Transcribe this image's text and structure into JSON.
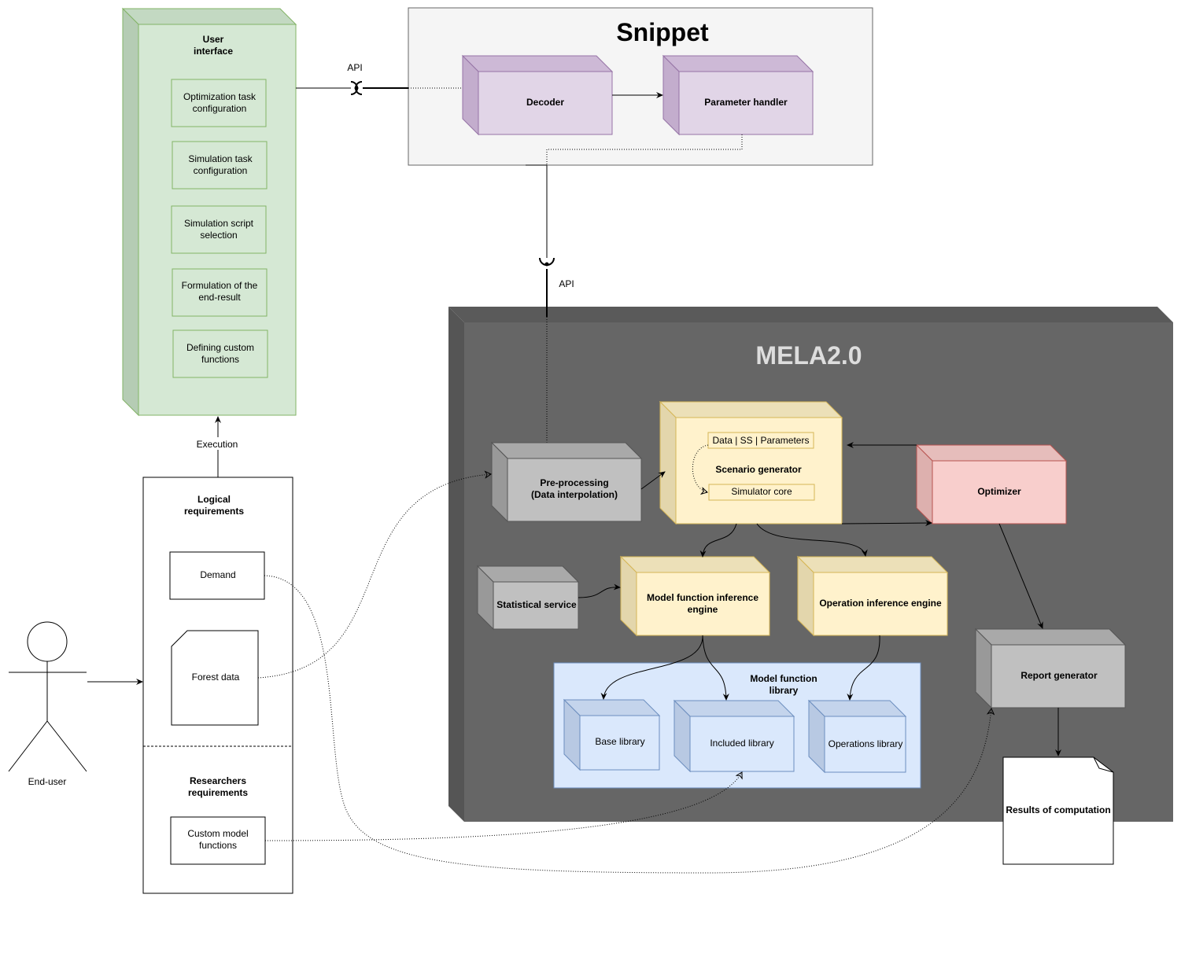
{
  "colors": {
    "ui_fill": "#d5e8d4",
    "ui_stroke": "#82b366",
    "snippet_fill": "#f5f5f5",
    "snippet_stroke": "#666666",
    "purple_fill": "#e1d5e7",
    "purple_stroke": "#9673a6",
    "mela_fill": "#666666",
    "mela_title": "#dddddd",
    "yellow_fill": "#fff2cc",
    "yellow_stroke": "#d6b656",
    "red_fill": "#f8cecc",
    "red_stroke": "#b85450",
    "grey_fill": "#c0c0c0",
    "grey_stroke": "#555555",
    "blue_fill": "#dae8fc",
    "blue_stroke": "#6c8ebf"
  },
  "user_interface": {
    "title_line1": "User",
    "title_line2": "interface",
    "items": [
      {
        "line1": "Optimization task",
        "line2": "configuration"
      },
      {
        "line1": "Simulation task",
        "line2": "configuration"
      },
      {
        "line1": "Simulation script",
        "line2": "selection"
      },
      {
        "line1": "Formulation of the",
        "line2": "end-result"
      },
      {
        "line1": "Defining custom",
        "line2": "functions"
      }
    ]
  },
  "snippet": {
    "title": "Snippet",
    "decoder": "Decoder",
    "parameter_handler": "Parameter handler"
  },
  "api_top": "API",
  "api_mid": "API",
  "execution": "Execution",
  "requirements": {
    "logical_line1": "Logical",
    "logical_line2": "requirements",
    "demand": "Demand",
    "forest_data": "Forest data",
    "researchers_line1": "Researchers",
    "researchers_line2": "requirements",
    "custom_line1": "Custom model",
    "custom_line2": "functions"
  },
  "end_user": "End-user",
  "mela": {
    "title": "MELA2.0",
    "preprocessing_line1": "Pre-processing",
    "preprocessing_line2": "(Data interpolation)",
    "data_params": "Data | SS | Parameters",
    "scenario_generator": "Scenario generator",
    "simulator_core": "Simulator core",
    "optimizer": "Optimizer",
    "statistical_service": "Statistical service",
    "mfie_line1": "Model function inference",
    "mfie_line2": "engine",
    "operation_engine": "Operation inference engine",
    "report_generator": "Report generator",
    "library_line1": "Model function",
    "library_line2": "library",
    "base_library": "Base library",
    "included_library": "Included library",
    "operations_library": "Operations library"
  },
  "results": "Results of computation"
}
